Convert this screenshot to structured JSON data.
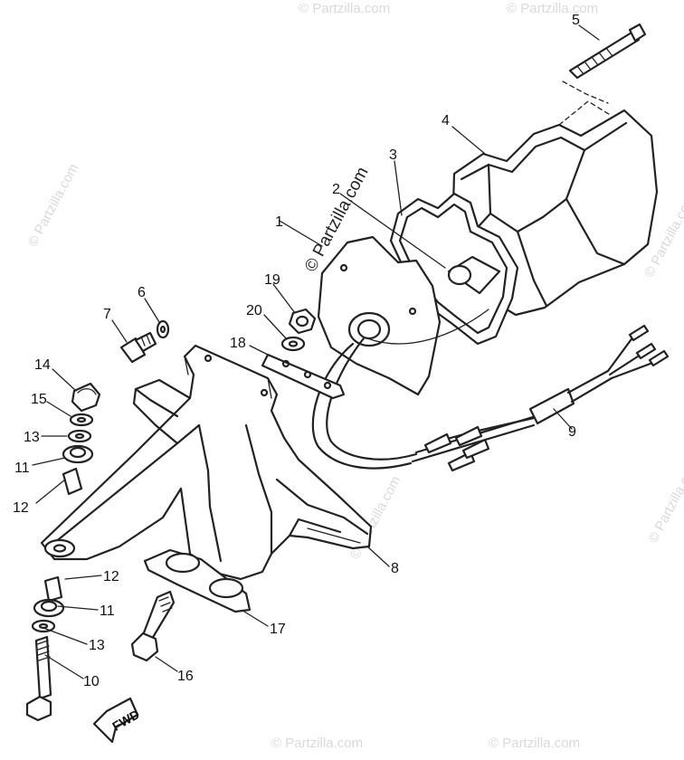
{
  "watermark": {
    "text": "© Partzilla.com",
    "primary": "© Partzilla.com"
  },
  "callouts": [
    {
      "id": "1",
      "label": "1"
    },
    {
      "id": "2",
      "label": "2"
    },
    {
      "id": "3",
      "label": "3"
    },
    {
      "id": "4",
      "label": "4"
    },
    {
      "id": "5",
      "label": "5"
    },
    {
      "id": "6",
      "label": "6"
    },
    {
      "id": "7",
      "label": "7"
    },
    {
      "id": "8",
      "label": "8"
    },
    {
      "id": "9",
      "label": "9"
    },
    {
      "id": "10",
      "label": "10"
    },
    {
      "id": "11a",
      "label": "11"
    },
    {
      "id": "11b",
      "label": "11"
    },
    {
      "id": "12a",
      "label": "12"
    },
    {
      "id": "12b",
      "label": "12"
    },
    {
      "id": "13a",
      "label": "13"
    },
    {
      "id": "13b",
      "label": "13"
    },
    {
      "id": "14",
      "label": "14"
    },
    {
      "id": "15",
      "label": "15"
    },
    {
      "id": "16",
      "label": "16"
    },
    {
      "id": "17",
      "label": "17"
    },
    {
      "id": "18",
      "label": "18"
    },
    {
      "id": "19",
      "label": "19"
    },
    {
      "id": "20",
      "label": "20"
    }
  ],
  "direction_arrow": {
    "label": "FWD"
  }
}
